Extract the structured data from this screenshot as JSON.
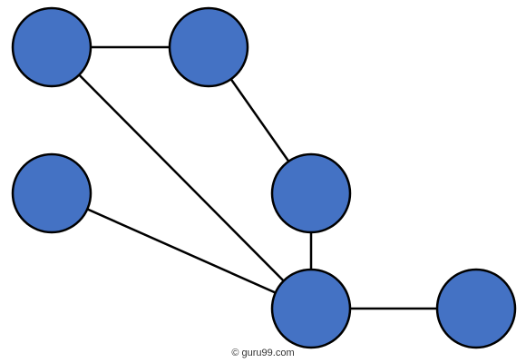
{
  "credit": "© guru99.com",
  "colors": {
    "node_fill": "#4472C4",
    "node_stroke": "#000000",
    "edge": "#000000"
  },
  "graph": {
    "nodes": [
      "n1",
      "n2",
      "n3",
      "n4",
      "n5",
      "n6"
    ],
    "edges": [
      [
        "n1",
        "n2"
      ],
      [
        "n2",
        "n4"
      ],
      [
        "n1",
        "n5"
      ],
      [
        "n3",
        "n5"
      ],
      [
        "n4",
        "n5"
      ],
      [
        "n5",
        "n6"
      ]
    ]
  }
}
